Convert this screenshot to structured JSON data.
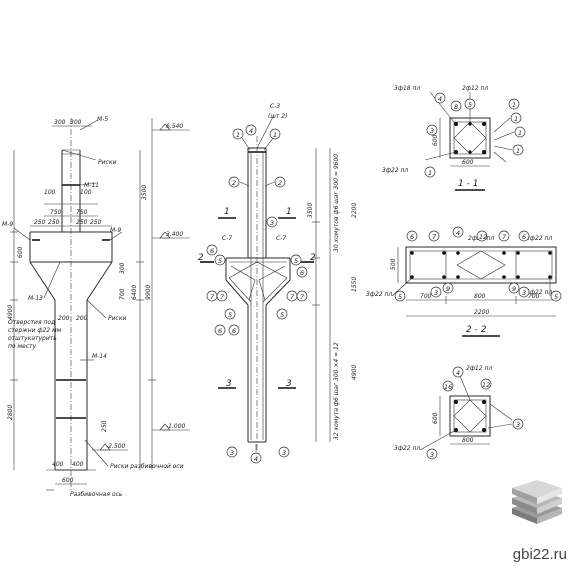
{
  "elevation_labels": {
    "top": "6.540",
    "console": "3.400",
    "ground": "-1.000",
    "base": "-2.500"
  },
  "column_left": {
    "marks": [
      "М-5",
      "М-11",
      "М-9",
      "М-9",
      "М-13",
      "М-14"
    ],
    "risk_labels": [
      "Риски",
      "Риски",
      "Риски разбивочной оси"
    ],
    "note_lines": [
      "Отверстия под",
      "стержни ф22 мм",
      "отштукатурить",
      "по месту"
    ],
    "axis_label": "Разбивочная ось",
    "dims_h": [
      "300",
      "300",
      "100",
      "100",
      "750",
      "750",
      "250",
      "250",
      "250",
      "250",
      "200",
      "200",
      "400",
      "400",
      "600"
    ],
    "dims_v": [
      "3500",
      "600",
      "4900",
      "300",
      "700",
      "6400",
      "9900",
      "2800",
      "250"
    ]
  },
  "column_right": {
    "section_marks": [
      "1",
      "1",
      "2",
      "2",
      "3",
      "3"
    ],
    "cap_label": "С-3",
    "cap_count": "(шт 2)",
    "bar_labels": [
      "С-7",
      "С-7"
    ],
    "circles_top": [
      "1",
      "4",
      "1"
    ],
    "circles": [
      "2",
      "2",
      "3",
      "6",
      "5",
      "5",
      "6",
      "7",
      "7",
      "7",
      "7",
      "5",
      "5",
      "6",
      "6",
      "3",
      "4",
      "3"
    ],
    "dims_side": [
      "3500",
      "2200",
      "1550",
      "4900"
    ],
    "note_text": "30 хомутов ф6 шаг 300 = 9600",
    "note_text_b": "32 хомута ф6 шаг 300 ×4 = 12"
  },
  "section_1": {
    "title": "1 - 1",
    "top_labels": [
      "3ф18 пл",
      "2ф12 пл"
    ],
    "bottom_label": "3ф22 пл",
    "circles": [
      "4",
      "8",
      "5",
      "1",
      "3",
      "1",
      "1",
      "1",
      "1"
    ],
    "dims": [
      "600",
      "600"
    ]
  },
  "section_2": {
    "title": "2 - 2",
    "top_labels": [
      "2ф22 пл",
      "2ф22 пл"
    ],
    "side_left": "3ф22 пл",
    "side_right": "3ф22 пл",
    "circles": [
      "6",
      "7",
      "4",
      "7",
      "6",
      "12",
      "5",
      "9",
      "3",
      "9",
      "5",
      "3"
    ],
    "dims": [
      "500",
      "700",
      "800",
      "700",
      "2200"
    ]
  },
  "section_3": {
    "top_label": "2ф12 пл",
    "bottom_label": "3ф22 пл",
    "circles": [
      "4",
      "16",
      "12",
      "3",
      "3"
    ],
    "dims": [
      "600",
      "800"
    ]
  },
  "brand": {
    "site": "gbi22.ru"
  }
}
